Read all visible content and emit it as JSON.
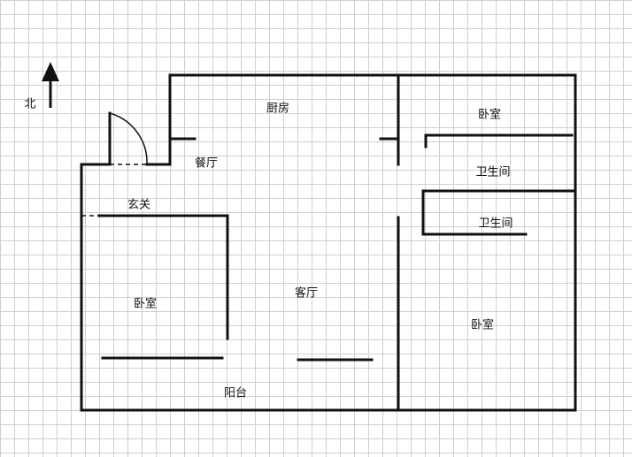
{
  "compass": {
    "label": "北"
  },
  "rooms": {
    "kitchen": "厨房",
    "dining": "餐厅",
    "entrance": "玄关",
    "living": "客厅",
    "balcony": "阳台",
    "bedroom_west": "卧室",
    "bedroom_northeast": "卧室",
    "bedroom_southeast": "卧室",
    "bathroom_1": "卫生间",
    "bathroom_2": "卫生间"
  },
  "colors": {
    "wall": "#111111",
    "grid": "#cfcfcf",
    "background": "#ffffff"
  }
}
